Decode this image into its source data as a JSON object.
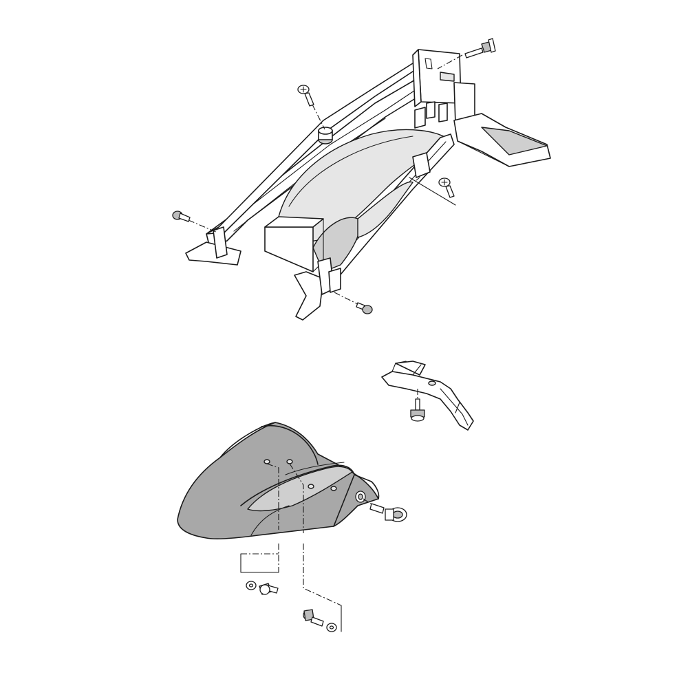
{
  "diagram": {
    "type": "exploded-parts-view",
    "colors": {
      "line": "#1a1a1a",
      "fender_shade": "#a8a8a8",
      "light_shade": "#e6e6e6",
      "mid_shade": "#cfcfcf",
      "background": "#ffffff"
    },
    "parts": [
      "rear-inner-fender",
      "inner-fender-bolt-top-right",
      "inner-fender-screw-top-left",
      "inner-fender-screw-right",
      "inner-fender-bolt-left",
      "inner-fender-bolt-bottom",
      "fender-bracket",
      "bracket-bolt",
      "front-fender",
      "fender-grommet",
      "fender-bolt-left",
      "fender-washer-left",
      "fender-bolt-right",
      "fender-washer-right"
    ]
  }
}
